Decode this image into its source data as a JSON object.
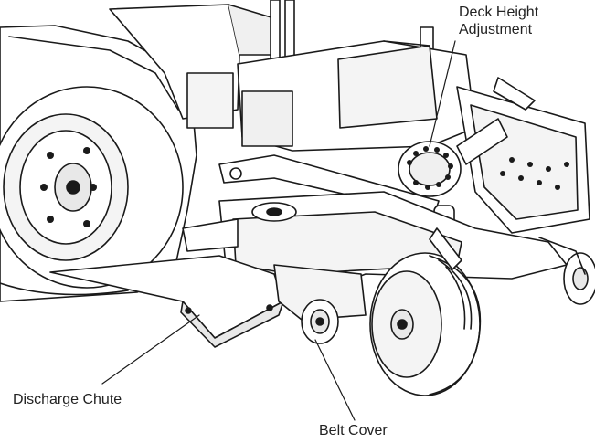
{
  "figure": {
    "subject": "Zero-turn mower front deck (line illustration)"
  },
  "callouts": {
    "deck_height_line1": "Deck Height",
    "deck_height_line2": "Adjustment",
    "discharge_chute": "Discharge Chute",
    "belt_cover": "Belt Cover"
  },
  "colors": {
    "line": "#1a1a1a",
    "fill": "#ffffff",
    "shade": "#e8e8e8",
    "text": "#222222"
  }
}
